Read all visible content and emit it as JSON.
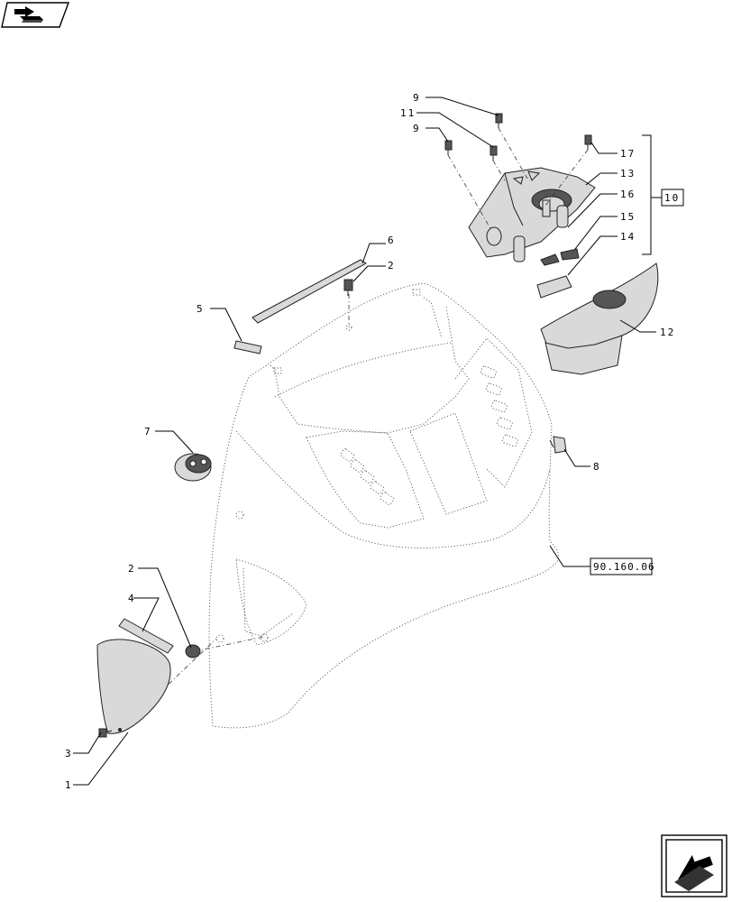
{
  "icons": {
    "top_left": "navigate-back-icon",
    "bottom_right": "navigate-next-icon"
  },
  "callouts": {
    "c1": "1",
    "c2a": "2",
    "c2b": "2",
    "c3": "3",
    "c4": "4",
    "c5": "5",
    "c6": "6",
    "c7": "7",
    "c8": "8",
    "c9a": "9",
    "c9b": "9",
    "c10": "10",
    "c11": "11",
    "c12": "12",
    "c13": "13",
    "c14": "14",
    "c15": "15",
    "c16": "16",
    "c17": "17"
  },
  "reference": {
    "code": "90.160.06"
  }
}
